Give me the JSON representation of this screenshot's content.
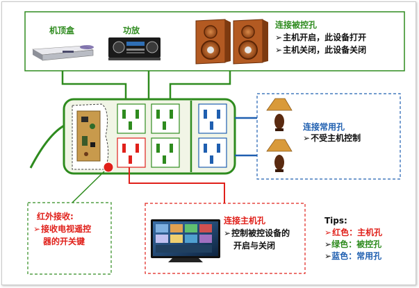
{
  "top_box": {
    "stb_label": "机顶盒",
    "amp_label": "功放",
    "title": "连接被控孔",
    "line1": "主机开启，此设备打开",
    "line2": "主机关闭，此设备关闭"
  },
  "right_box": {
    "title": "连接常用孔",
    "line1": "不受主机控制"
  },
  "ir_box": {
    "title": "红外接收:",
    "line1": "接收电视遥控",
    "line2": "器的开关键"
  },
  "main_box": {
    "title": "连接主机孔",
    "line1": "控制被控设备的",
    "line2": "开启与关闭"
  },
  "tips": {
    "title": "Tips:",
    "red": "红色：主机孔",
    "green": "绿色：被控孔",
    "blue": "蓝色：常用孔"
  },
  "colors": {
    "green": "#2e8b1e",
    "red": "#e0201a",
    "blue": "#1f5fb0",
    "strip_fill": "#f1f5e6"
  }
}
